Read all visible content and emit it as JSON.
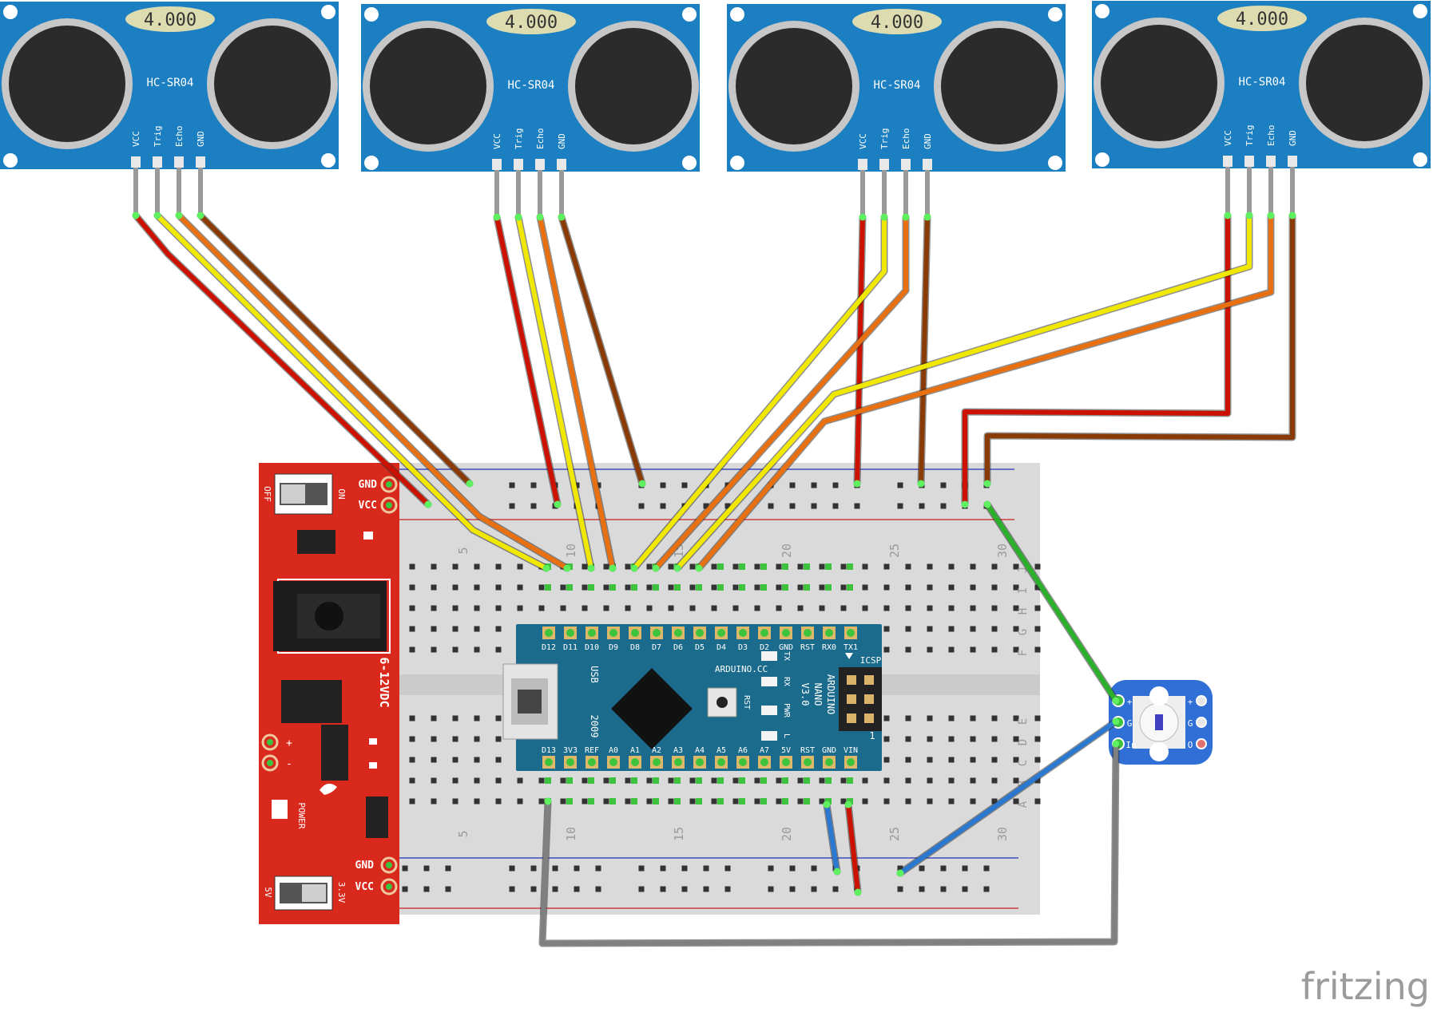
{
  "sensors": [
    {
      "display": "4.000",
      "model": "HC-SR04",
      "pins": [
        "VCC",
        "Trig",
        "Echo",
        "GND"
      ]
    },
    {
      "display": "4.000",
      "model": "HC-SR04",
      "pins": [
        "VCC",
        "Trig",
        "Echo",
        "GND"
      ]
    },
    {
      "display": "4.000",
      "model": "HC-SR04",
      "pins": [
        "VCC",
        "Trig",
        "Echo",
        "GND"
      ]
    },
    {
      "display": "4.000",
      "model": "HC-SR04",
      "pins": [
        "VCC",
        "Trig",
        "Echo",
        "GND"
      ]
    }
  ],
  "power_module": {
    "top_labels": [
      "GND",
      "VCC"
    ],
    "bottom_labels": [
      "GND",
      "VCC"
    ],
    "switch_top": [
      "OFF",
      "ON"
    ],
    "switch_bottom": [
      "5V",
      "3.3V"
    ],
    "input_label": "6-12VDC",
    "power_label": "POWER",
    "plus": "+",
    "minus": "-"
  },
  "breadboard": {
    "col_numbers": [
      "5",
      "10",
      "15",
      "20",
      "25",
      "30"
    ],
    "row_letters_top": [
      "J",
      "I",
      "H",
      "G",
      "F"
    ],
    "row_letters_bottom": [
      "E",
      "D",
      "C",
      "B",
      "A"
    ]
  },
  "arduino": {
    "top_pins": [
      "D12",
      "D11",
      "D10",
      "D9",
      "D8",
      "D7",
      "D6",
      "D5",
      "D4",
      "D3",
      "D2",
      "GND",
      "RST",
      "RX0",
      "TX1"
    ],
    "bottom_pins": [
      "D13",
      "3V3",
      "REF",
      "A0",
      "A1",
      "A2",
      "A3",
      "A4",
      "A5",
      "A6",
      "A7",
      "5V",
      "RST",
      "GND",
      "VIN"
    ],
    "brand": "ARDUINO.CC",
    "name_lines": [
      "ARDUINO",
      "NANO",
      "V3.0"
    ],
    "usb": "USB",
    "year": "2009",
    "icsp": "ICSP",
    "rst": "RST",
    "leds": [
      "TX",
      "RX",
      "PWR",
      "L"
    ]
  },
  "led_module": {
    "labels_left": [
      "+",
      "G",
      "In"
    ],
    "labels_right": [
      "+",
      "G",
      "O"
    ]
  },
  "watermark": "fritzing",
  "colors": {
    "sensor_blue": "#1b7fc2",
    "power_red": "#d9281c",
    "arduino_teal": "#1a6b8c",
    "wire_red": "#cc1100",
    "wire_yellow": "#f0e800",
    "wire_orange": "#e87010",
    "wire_brown": "#8a3a05",
    "wire_green": "#2ab02a",
    "wire_blue": "#2a78d0",
    "wire_gray": "#808080"
  }
}
